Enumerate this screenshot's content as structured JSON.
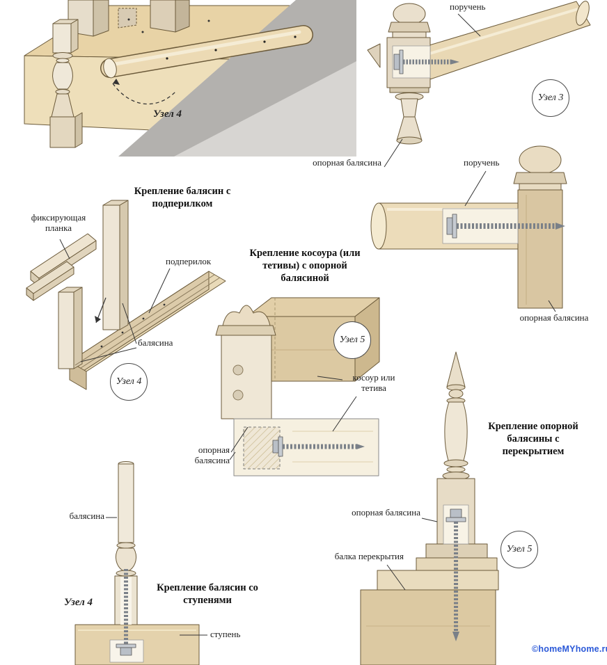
{
  "watermark": "©homeMYhome.ru",
  "colors": {
    "wood_light": "#efe7d6",
    "wood_tan": "#e8d3a6",
    "wood_dark": "#cdb88e",
    "gray_backdrop": "#b3b1ae",
    "screw_metal": "#7a8088",
    "watermark_blue": "#2b59d8"
  },
  "panels": {
    "corner": {
      "node": "Узел 4"
    },
    "rail_joint": {
      "handrail": "поручень",
      "node": "Узел 3",
      "support_baluster": "опорная балясина"
    },
    "rail_post": {
      "handrail": "поручень",
      "support_baluster": "опорная балясина"
    },
    "subrail": {
      "title": "Крепление балясин с подперилком",
      "fixing_strip": "фиксирующая планка",
      "subrail_label": "подперилок",
      "baluster": "балясина",
      "node": "Узел 4"
    },
    "stringer": {
      "title": "Крепление косоура (или тетивы) с опорной балясиной",
      "node": "Узел 5",
      "stringer_label": "косоур или тетива",
      "support_baluster": "опорная балясина"
    },
    "step": {
      "title": "Крепление балясин со ступенями",
      "baluster": "балясина",
      "node": "Узел 4",
      "step_label": "ступень"
    },
    "floor": {
      "title": "Крепление опорной балясины с перекрытием",
      "support_baluster": "опорная балясина",
      "floor_beam": "балка перекрытия",
      "node": "Узел 5"
    }
  }
}
